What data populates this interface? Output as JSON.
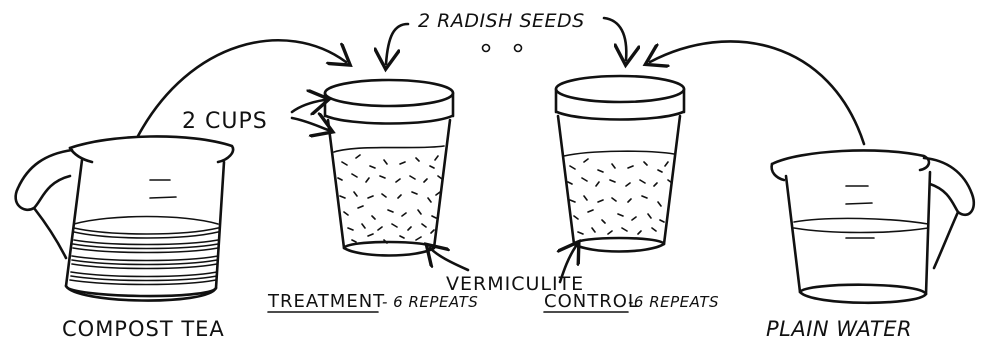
{
  "labels": {
    "radish_seeds": "2 RADISH SEEDS",
    "cups": "2 CUPS",
    "vermiculite": "VERMICULITE",
    "treatment_word": "TREATMENT",
    "treatment_rest": "- 6 REPEATS",
    "control_word": "CONTROL",
    "control_rest": "-6 REPEATS",
    "compost_tea": "COMPOST TEA",
    "plain_water": "PLAIN WATER"
  }
}
